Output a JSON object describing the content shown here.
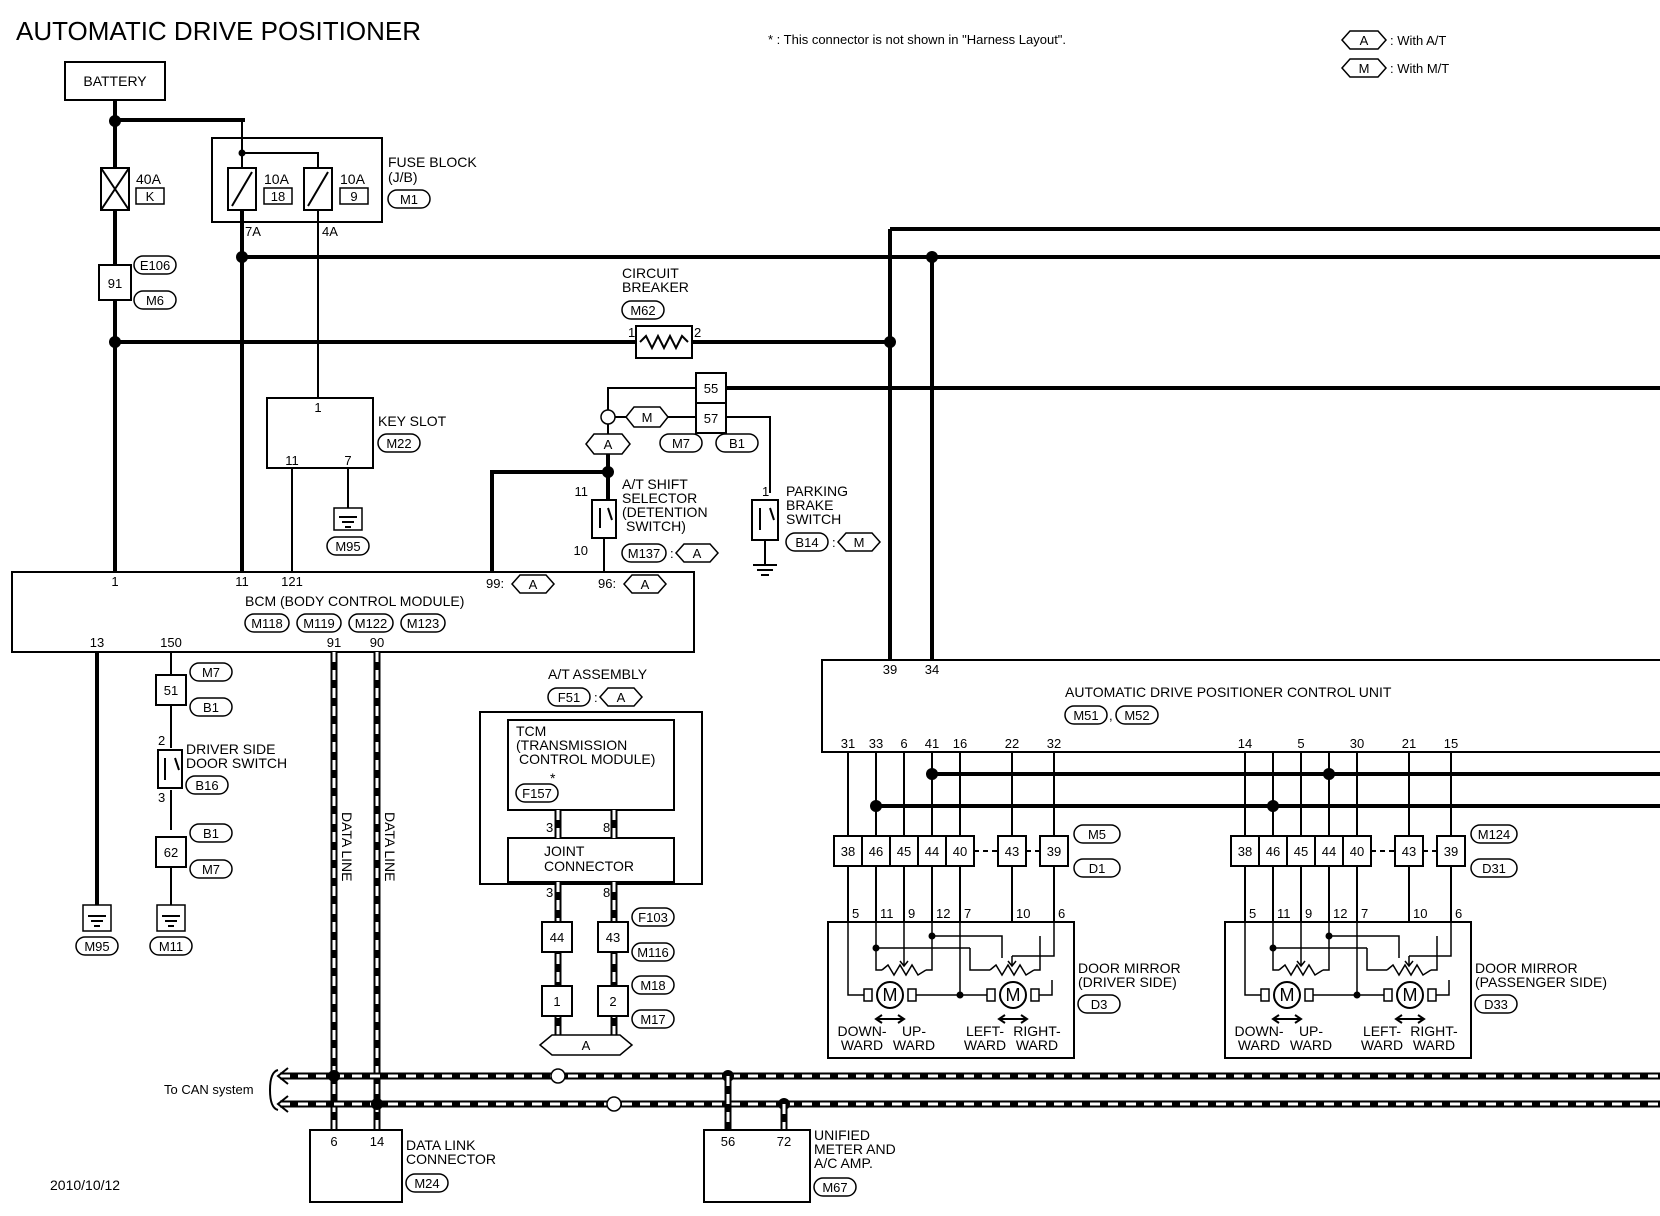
{
  "title": "AUTOMATIC DRIVE POSITIONER",
  "note": "* : This connector is not shown in \"Harness Layout\".",
  "legend": [
    {
      "code": "A",
      "text": ": With A/T"
    },
    {
      "code": "M",
      "text": ": With M/T"
    }
  ],
  "date": "2010/10/12",
  "battery": "BATTERY",
  "fuses": {
    "main": {
      "rating": "40A",
      "id": "K"
    },
    "f1": {
      "rating": "10A",
      "id": "18"
    },
    "f2": {
      "rating": "10A",
      "id": "9"
    },
    "out1": "7A",
    "out2": "4A",
    "block_label": "FUSE BLOCK",
    "block_sub": "(J/B)",
    "block_conn": "M1"
  },
  "conn_e106": {
    "pin": "91",
    "c1": "E106",
    "c2": "M6"
  },
  "circuit_breaker": {
    "label1": "CIRCUIT",
    "label2": "BREAKER",
    "conn": "M62",
    "pin1": "1",
    "pin2": "2"
  },
  "key_slot": {
    "label": "KEY SLOT",
    "conn": "M22",
    "pin_top": "1",
    "pin_a": "11",
    "pin_b": "7",
    "ground": "M95"
  },
  "m7b1_top": {
    "p1": "55",
    "p2": "57",
    "c1": "M7",
    "c2": "B1",
    "m": "M",
    "a": "A"
  },
  "at_shift": {
    "l1": "A/T SHIFT",
    "l2": "SELECTOR",
    "l3": "(DETENTION",
    "l4": "SWITCH)",
    "pin_top": "11",
    "pin_bot": "10",
    "conn": "M137",
    "opt": "A"
  },
  "parking": {
    "l1": "PARKING",
    "l2": "BRAKE",
    "l3": "SWITCH",
    "pin": "1",
    "conn": "B14",
    "opt": "M"
  },
  "bcm": {
    "label": "BCM (BODY CONTROL MODULE)",
    "conns": [
      "M118",
      "M119",
      "M122",
      "M123"
    ],
    "pins_top": [
      "1",
      "11",
      "121"
    ],
    "pin99": "99:",
    "pin96": "96:",
    "pins_bot": [
      "13",
      "150",
      "91",
      "90"
    ]
  },
  "door_switch": {
    "c1": "M7",
    "c2": "B1",
    "pin": "51",
    "l1": "DRIVER SIDE",
    "l2": "DOOR SWITCH",
    "conn": "B16",
    "p2": "2",
    "p3": "3",
    "c3": "B1",
    "c4": "M7",
    "pin2": "62",
    "g1": "M95",
    "g2": "M11"
  },
  "data_line": "DATA LINE",
  "at_assembly": {
    "label": "A/T ASSEMBLY",
    "conn": "F51",
    "opt": "A",
    "tcm1": "TCM",
    "tcm2": "(TRANSMISSION",
    "tcm3": "CONTROL MODULE)",
    "star": "*",
    "tcm_conn": "F157",
    "p3": "3",
    "p8": "8",
    "jc1": "JOINT",
    "jc2": "CONNECTOR",
    "jp3": "3",
    "jp8": "8"
  },
  "chain": {
    "p44": "44",
    "p43": "43",
    "c1": "F103",
    "c2": "M116",
    "p1": "1",
    "p2": "2",
    "c3": "M18",
    "c4": "M17",
    "opt": "A"
  },
  "can": {
    "label": "To CAN system"
  },
  "dlc": {
    "l1": "DATA LINK",
    "l2": "CONNECTOR",
    "conn": "M24",
    "p6": "6",
    "p14": "14"
  },
  "meter": {
    "l1": "UNIFIED",
    "l2": "METER AND",
    "l3": "A/C AMP.",
    "conn": "M67",
    "p56": "56",
    "p72": "72"
  },
  "adp": {
    "label": "AUTOMATIC DRIVE POSITIONER CONTROL UNIT",
    "conns": [
      "M51",
      "M52"
    ],
    "pins_top": [
      "39",
      "34"
    ],
    "pins_left": [
      "31",
      "33",
      "6",
      "41",
      "16",
      "22",
      "32"
    ],
    "pins_right": [
      "14",
      "5",
      "30",
      "21",
      "15"
    ]
  },
  "mirror_d": {
    "conn_pins": [
      "38",
      "46",
      "45",
      "44",
      "40",
      "43",
      "39"
    ],
    "c1": "M5",
    "c2": "D1",
    "pins": [
      "5",
      "11",
      "9",
      "12",
      "7",
      "10",
      "6"
    ],
    "l1": "DOOR MIRROR",
    "l2": "(DRIVER SIDE)",
    "conn": "D3",
    "dirs": [
      "DOWN-",
      "UP-",
      "LEFT-",
      "RIGHT-"
    ],
    "ward": "WARD"
  },
  "mirror_p": {
    "conn_pins": [
      "38",
      "46",
      "45",
      "44",
      "40",
      "43",
      "39"
    ],
    "c1": "M124",
    "c2": "D31",
    "pins": [
      "5",
      "11",
      "9",
      "12",
      "7",
      "10",
      "6"
    ],
    "l1": "DOOR MIRROR",
    "l2": "(PASSENGER SIDE)",
    "conn": "D33",
    "dirs": [
      "DOWN-",
      "UP-",
      "LEFT-",
      "RIGHT-"
    ],
    "ward": "WARD"
  },
  "motor": "M"
}
